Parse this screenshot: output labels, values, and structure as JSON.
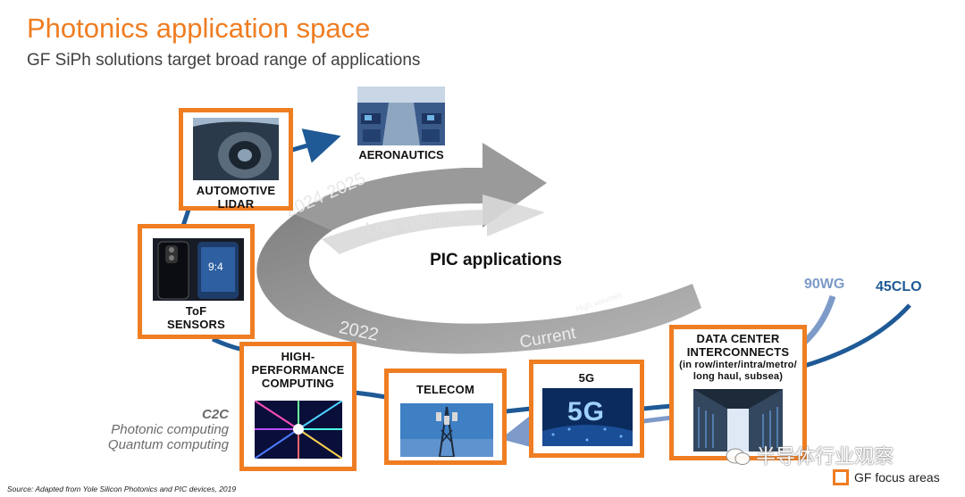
{
  "header": {
    "title": "Photonics application space",
    "subtitle": "GF SiPh solutions target broad range of applications"
  },
  "center": {
    "label": "PIC applications",
    "arc_labels": {
      "upper_year": "2024-2025",
      "upper_volume": "Low volumes",
      "lower_year": "2022",
      "lower_current": "Current",
      "lower_volume": "High volumes"
    }
  },
  "applications": {
    "aeronautics": "AERONAUTICS",
    "automotive_lidar": [
      "AUTOMOTIVE",
      "LIDAR"
    ],
    "tof_sensors": [
      "ToF",
      "SENSORS"
    ],
    "hpc": [
      "HIGH-",
      "PERFORMANCE",
      "COMPUTING"
    ],
    "telecom": "TELECOM",
    "fiveg": "5G",
    "fiveg_image_text": "5G",
    "data_center": {
      "title": [
        "DATA CENTER",
        "INTERCONNECTS"
      ],
      "detail": [
        "(in row/inter/intra/metro/",
        "long haul, subsea)"
      ]
    }
  },
  "technologies": {
    "wg90": "90WG",
    "clo45": "45CLO"
  },
  "c2c": {
    "title": "C2C",
    "lines": [
      "Photonic computing",
      "Quantum computing"
    ]
  },
  "legend": {
    "label": "GF focus areas"
  },
  "source": "Source: Adapted from Yole Silicon Photonics and PIC devices, 2019",
  "watermark": "半导体行业观察",
  "colors": {
    "accent_orange": "#ef7d22",
    "dark_blue": "#1f5a96",
    "light_blue": "#7d9ac8",
    "arrow_gray": "#8e8e8e"
  }
}
